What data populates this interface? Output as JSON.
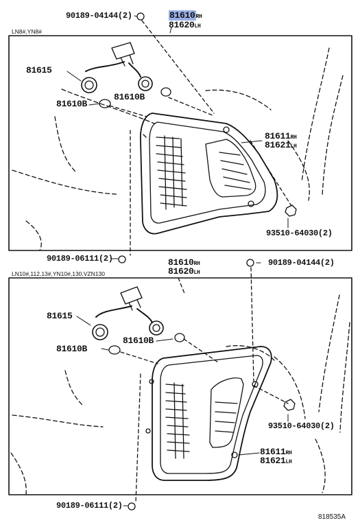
{
  "section_headers": {
    "top": "LN8#,YN8#",
    "bottom": "LN10#,112,13#,YN10#,130,VZN130"
  },
  "top": {
    "part_bolt_top": "90189-04144(2)",
    "part_lamp_rh": "81610",
    "part_lamp_rh_side": "RH",
    "part_lamp_lh": "81620",
    "part_lamp_lh_side": "LH",
    "part_socket": "81615",
    "part_bulb_left": "81610B",
    "part_bulb_right": "81610B",
    "part_lens_rh": "81611",
    "part_lens_rh_side": "RH",
    "part_lens_lh": "81621",
    "part_lens_lh_side": "LH",
    "part_nut": "93510-64030(2)",
    "part_bolt_bottom": "90189-06111(2)"
  },
  "bottom": {
    "part_bolt_top": "90189-04144(2)",
    "part_lamp_rh": "81610",
    "part_lamp_rh_side": "RH",
    "part_lamp_lh": "81620",
    "part_lamp_lh_side": "LH",
    "part_socket": "81615",
    "part_bulb_left": "81610B",
    "part_bulb_right": "81610B",
    "part_lens_rh": "81611",
    "part_lens_rh_side": "RH",
    "part_lens_lh": "81621",
    "part_lens_lh_side": "LH",
    "part_nut": "93510-64030(2)",
    "part_bolt_bottom": "90189-06111(2)"
  },
  "footer": {
    "diagram_code": "818535A"
  },
  "colors": {
    "highlight": "#9bb0e8",
    "ink": "#111111"
  }
}
